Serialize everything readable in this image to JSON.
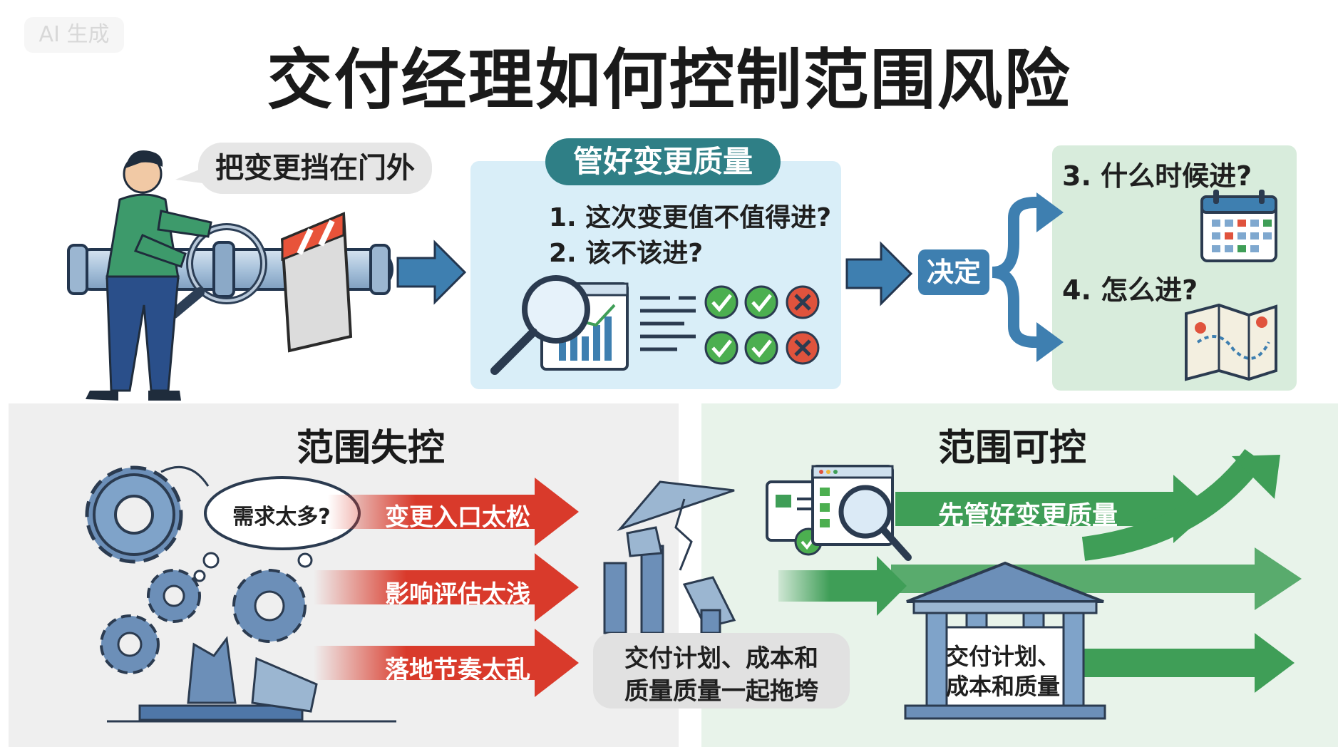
{
  "badge": {
    "text": "AI 生成"
  },
  "title": "交付经理如何控制范围风险",
  "top": {
    "speech_bubble": "把变更挡在门外",
    "quality_tag": "管好变更质量",
    "question1": "1. 这次变更值不值得进?",
    "question2": "2. 该不该进?",
    "decide": "决定",
    "question3": "3. 什么时候进?",
    "question4": "4. 怎么进?"
  },
  "lost": {
    "title": "范围失控",
    "cloud": "需求太多?",
    "causes": [
      "变更入口太松",
      "影响评估太浅",
      "落地节奏太乱"
    ],
    "result_lines": [
      "交付计划、成本和",
      "质量质量一起拖垮"
    ]
  },
  "ok": {
    "title": "范围可控",
    "arrow_label": "先管好变更质量",
    "temple_lines": [
      "交付计划、",
      "成本和质量"
    ]
  },
  "colors": {
    "accent_blue": "#3e7fb0",
    "teal_tag": "#2f7f86",
    "red_arrow": "#d93a2b",
    "green_arrow": "#3f9e57",
    "check_green": "#4caf50",
    "cross_red": "#e0533d"
  }
}
